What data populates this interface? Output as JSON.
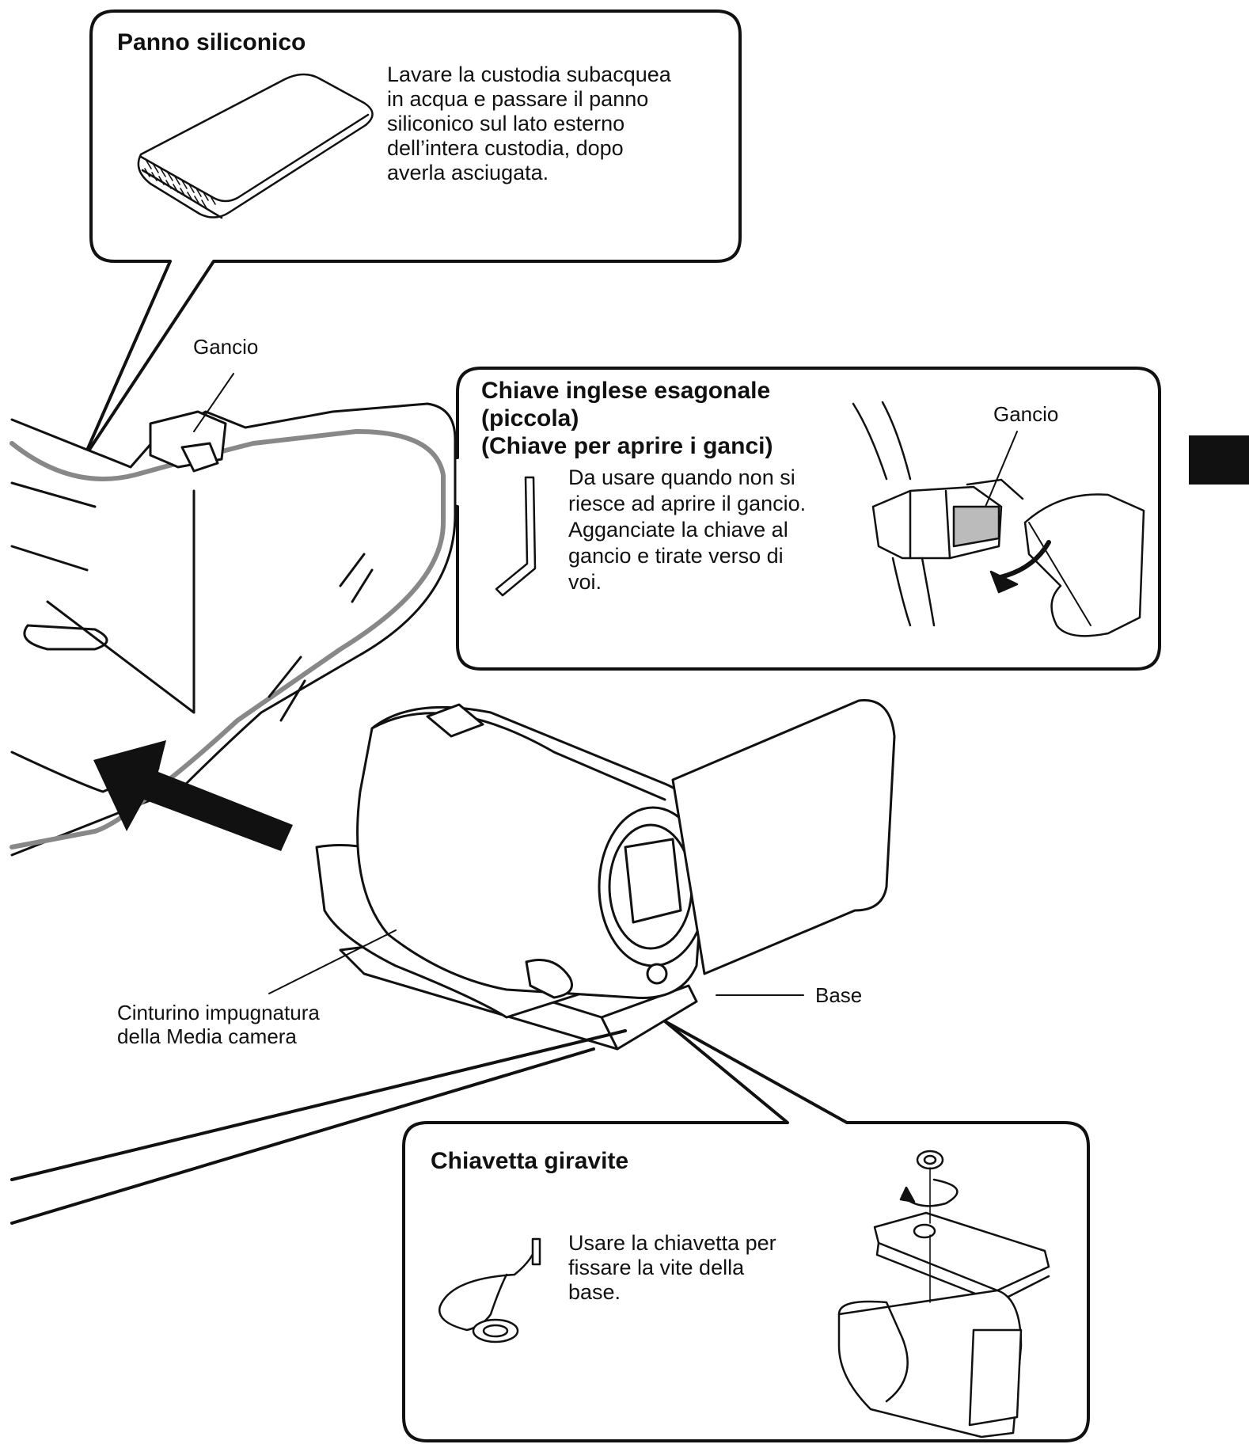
{
  "callouts": {
    "panno": {
      "title": "Panno siliconico",
      "body": "Lavare la custodia subacquea\nin acqua e passare il panno\nsiliconico sul lato esterno\ndell’intera custodia, dopo\naverla asciugata."
    },
    "chiave": {
      "title": "Chiave inglese esagonale\n(piccola)\n(Chiave per aprire i ganci)",
      "body": "Da usare quando non si\nriesce ad aprire il gancio.\nAgganciate la chiave al\ngancio e tirate verso di\nvoi.",
      "hook_label": "Gancio"
    },
    "chiavetta": {
      "title": "Chiavetta giravite",
      "body": "Usare la chiavetta per\nfissare la vite della\nbase."
    }
  },
  "labels": {
    "gancio": "Gancio",
    "cinturino": "Cinturino impugnatura\ndella Media camera",
    "base": "Base"
  },
  "colors": {
    "ink": "#111111",
    "tab": "#111111"
  }
}
